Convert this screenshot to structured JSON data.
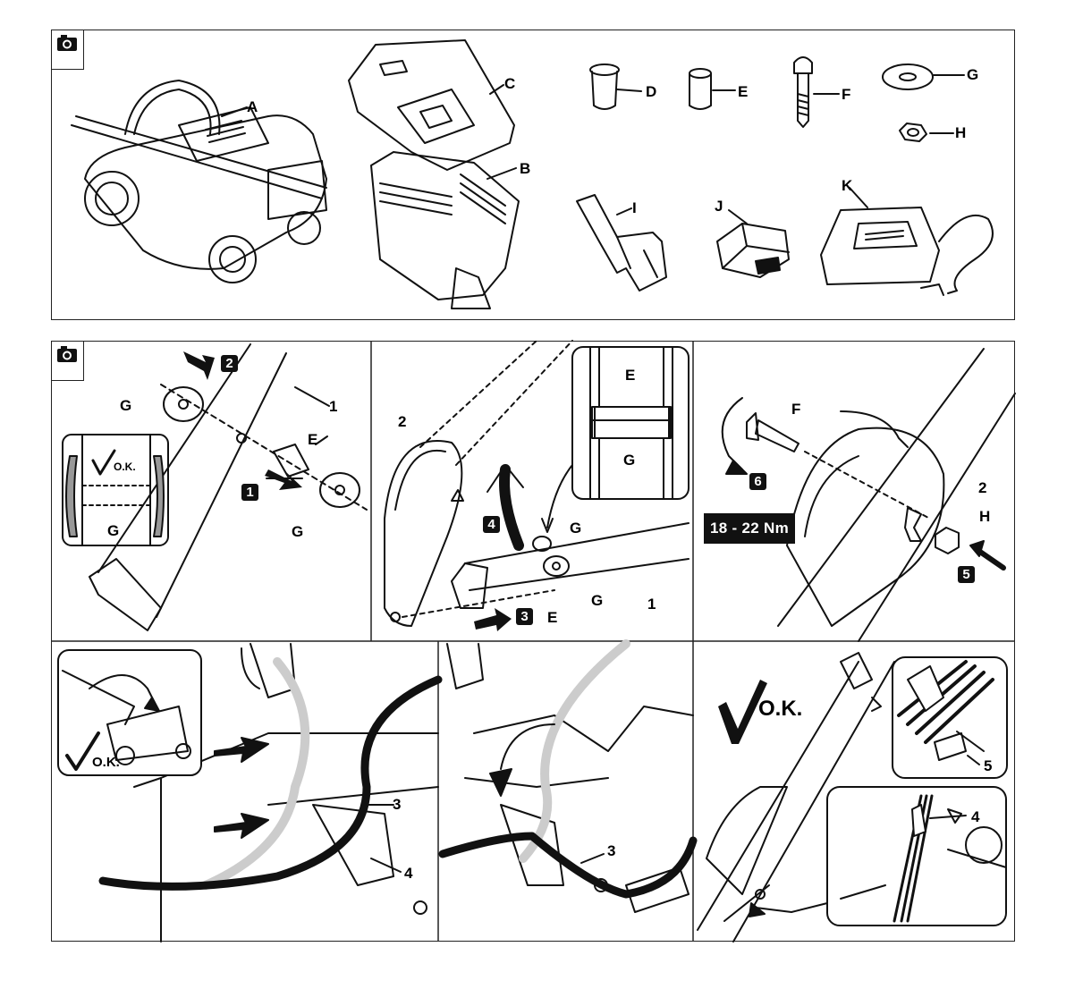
{
  "parts": {
    "A": "A",
    "B": "B",
    "C": "C",
    "D": "D",
    "E": "E",
    "F": "F",
    "G": "G",
    "H": "H",
    "I": "I",
    "J": "J",
    "K": "K"
  },
  "step1": {
    "num": "1",
    "parts_label": "1",
    "G_left": "G",
    "G_right": "G",
    "G_inset": "G",
    "E": "E",
    "badge1": "1",
    "badge2": "2",
    "ok": "O.K."
  },
  "step2": {
    "handle": "2",
    "E_inset": "E",
    "G_inset": "G",
    "G_top": "G",
    "G_bottom": "G",
    "E": "E",
    "tube": "1",
    "badge3": "3",
    "badge4": "4"
  },
  "step3": {
    "F": "F",
    "handle": "2",
    "H": "H",
    "badge5": "5",
    "badge6": "6",
    "torque": "18 - 22 Nm"
  },
  "step4": {
    "ok": "O.K.",
    "cable": "3",
    "clip": "4"
  },
  "step5": {
    "cable": "3"
  },
  "step6": {
    "ok": "O.K.",
    "clip_top": "5",
    "clip_bottom": "4"
  },
  "colors": {
    "line": "#111111",
    "background": "#ffffff",
    "cable_ghost": "#cccccc"
  },
  "icons": [
    "camera-icon",
    "checkmark-icon",
    "rotate-arrow-icon",
    "push-arrow-icon"
  ]
}
